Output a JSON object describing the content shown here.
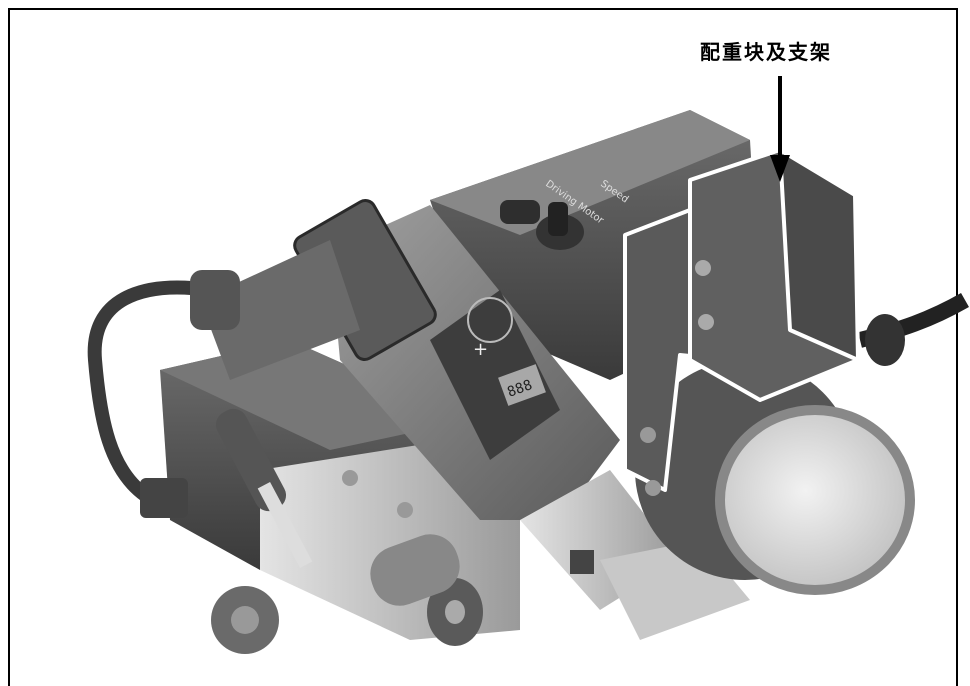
{
  "callout": {
    "label": "配重块及支架"
  },
  "device_labels": {
    "motor": "Driving Motor",
    "speed": "Speed"
  },
  "display": {
    "reading": "888"
  },
  "colors": {
    "frame": "#000000",
    "highlight": "#ffffff",
    "body_dark": "#4a4a4a",
    "body_mid": "#7a7a7a"
  }
}
